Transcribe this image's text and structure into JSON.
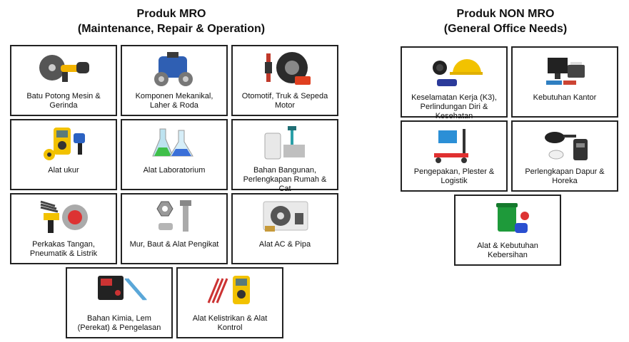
{
  "mro": {
    "title_line1": "Produk MRO",
    "title_line2": "(Maintenance, Repair & Operation)",
    "items": [
      {
        "label": "Batu Potong Mesin & Gerinda",
        "icon": "grinder-icon"
      },
      {
        "label": "Komponen Mekanikal, Laher & Roda",
        "icon": "motor-gear-icon"
      },
      {
        "label": "Otomotif, Truk & Sepeda Motor",
        "icon": "tire-shock-icon"
      },
      {
        "label": "Alat ukur",
        "icon": "multimeter-icon"
      },
      {
        "label": "Alat Laboratorium",
        "icon": "lab-flask-icon"
      },
      {
        "label": "Bahan Bangunan, Perlengkapan Rumah & Cat",
        "icon": "building-material-icon"
      },
      {
        "label": "Perkakas Tangan, Pneumatik & Listrik",
        "icon": "power-tools-icon"
      },
      {
        "label": "Mur, Baut & Alat Pengikat",
        "icon": "nut-bolt-icon"
      },
      {
        "label": "Alat AC & Pipa",
        "icon": "ac-pipe-icon"
      },
      {
        "label": "Bahan Kimia, Lem (Perekat) & Pengelasan",
        "icon": "welding-icon"
      },
      {
        "label": "Alat Kelistrikan & Alat Kontrol",
        "icon": "electrical-tools-icon"
      }
    ]
  },
  "non_mro": {
    "title_line1": "Produk NON MRO",
    "title_line2": "(General Office Needs)",
    "items": [
      {
        "label": "Keselamatan Kerja (K3), Perlindungan Diri & Kesehatan",
        "icon": "safety-helmet-icon"
      },
      {
        "label": "Kebutuhan Kantor",
        "icon": "office-printer-icon"
      },
      {
        "label": "Pengepakan, Plester & Logistik",
        "icon": "pallet-jack-icon"
      },
      {
        "label": "Perlengkapan Dapur & Horeka",
        "icon": "kitchen-icon"
      },
      {
        "label": "Alat & Kebutuhan Kebersihan",
        "icon": "trash-bin-icon"
      }
    ]
  }
}
